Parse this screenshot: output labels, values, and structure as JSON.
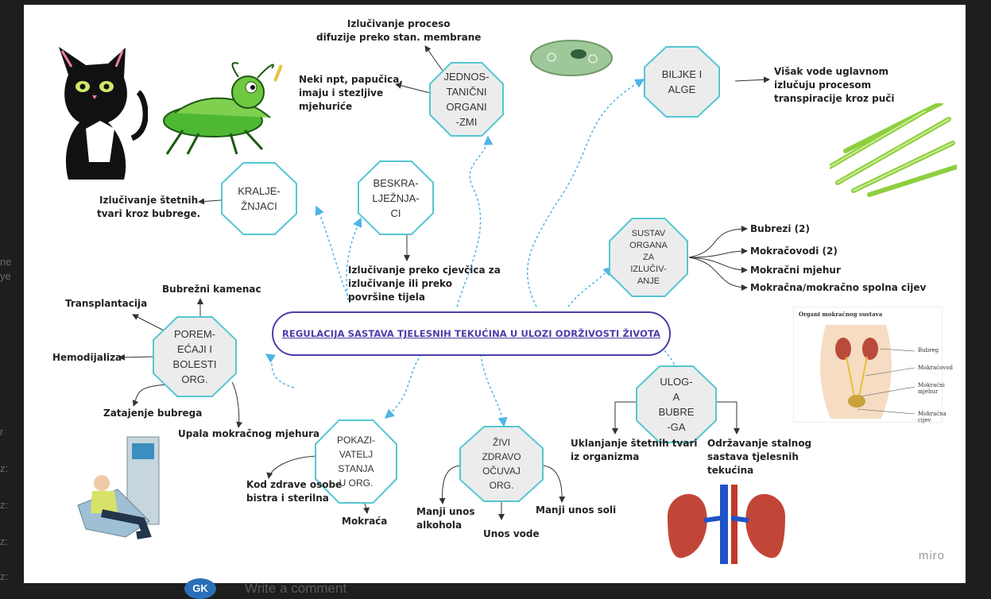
{
  "central": {
    "title": "REGULACIJA SASTAVA TJELESNIH TEKUĆINA U ULOZI ODRŽIVOSTI ŽIVOTA"
  },
  "nodes": {
    "jednostanicni": "JEDNOS-\nTANIČNI\nORGANI\n-ZMI",
    "biljke": "BILJKE I\nALGE",
    "kralje": "KRALJE-\nŽNJACI",
    "beskra": "BESKRA-\nLJEŽNJA-\nCI",
    "sustav": "SUSTAV\nORGANA\nZA\nIZLUČIV-\nANJE",
    "poremecaji": "POREM-\nEĆAJI I\nBOLESTI\nORG.",
    "uloga": "ULOG-\nA\nBUBRE\n-GA",
    "pokazatelj": "POKAZI-\nVATELJ\nSTANJA\nU ORG.",
    "zivi": "ŽIVI\nZDRAVO\nOČUVAJ\nORG."
  },
  "labels": {
    "difuzija": "Izlučivanje proceso\ndifuzije preko stan. membrane",
    "papucica": "Neki npt, papučica,\nimaju i stezljive\nmjehuriće",
    "visak": "Višak vode uglavnom\nizlučuju procesom\ntranspiracije kroz puči",
    "stetne_bubrege": "Izlučivanje štetnih\ntvari kroz bubrege.",
    "cjevcica": "Izlučivanje preko cjevčica za\nizlučivanje ili preko\npovršine tijela",
    "bubrezi": "Bubrezi (2)",
    "mokracovodi": "Mokračovodi (2)",
    "mjehur": "Mokračni mjehur",
    "cijev": "Mokračna/mokračno spolna cijev",
    "kamenac": "Bubrežni kamenac",
    "transplantacija": "Transplantacija",
    "hemodijaliza": "Hemodijaliza",
    "zatajenje": "Zatajenje bubrega",
    "upala": "Upala mokračnog mjehura",
    "uklanjanje": "Uklanjanje štetnih tvari\niz organizma",
    "odrzavanje": "Održavanje stalnog\nsastava tjelesnih\ntekućina",
    "zdrave": "Kod zdrave osobe\nbistra i sterilna",
    "mokraca": "Mokraća",
    "alkohol": "Manji unos\nalkohola",
    "voda": "Unos vode",
    "sol": "Manji unos soli"
  },
  "anatomy": {
    "title": "Organi mokraćnog sustava",
    "bubreg": "Bubreg",
    "mokracovod": "Mokraćovod",
    "mjehur": "Mokraćni\nmjehur",
    "cijev": "Mokraćna cijev"
  },
  "brand": "miro",
  "comment": {
    "avatar": "GK",
    "placeholder": "Write a comment"
  },
  "background_fragments": [
    "ne",
    "ye",
    "r",
    "z:",
    "z:",
    "z:",
    "z:"
  ],
  "colors": {
    "octagon_border": "#55c7d2",
    "octagon_fill": "#ececec",
    "central_border": "#4b3ea8",
    "dashed": "#4fb4e6"
  }
}
